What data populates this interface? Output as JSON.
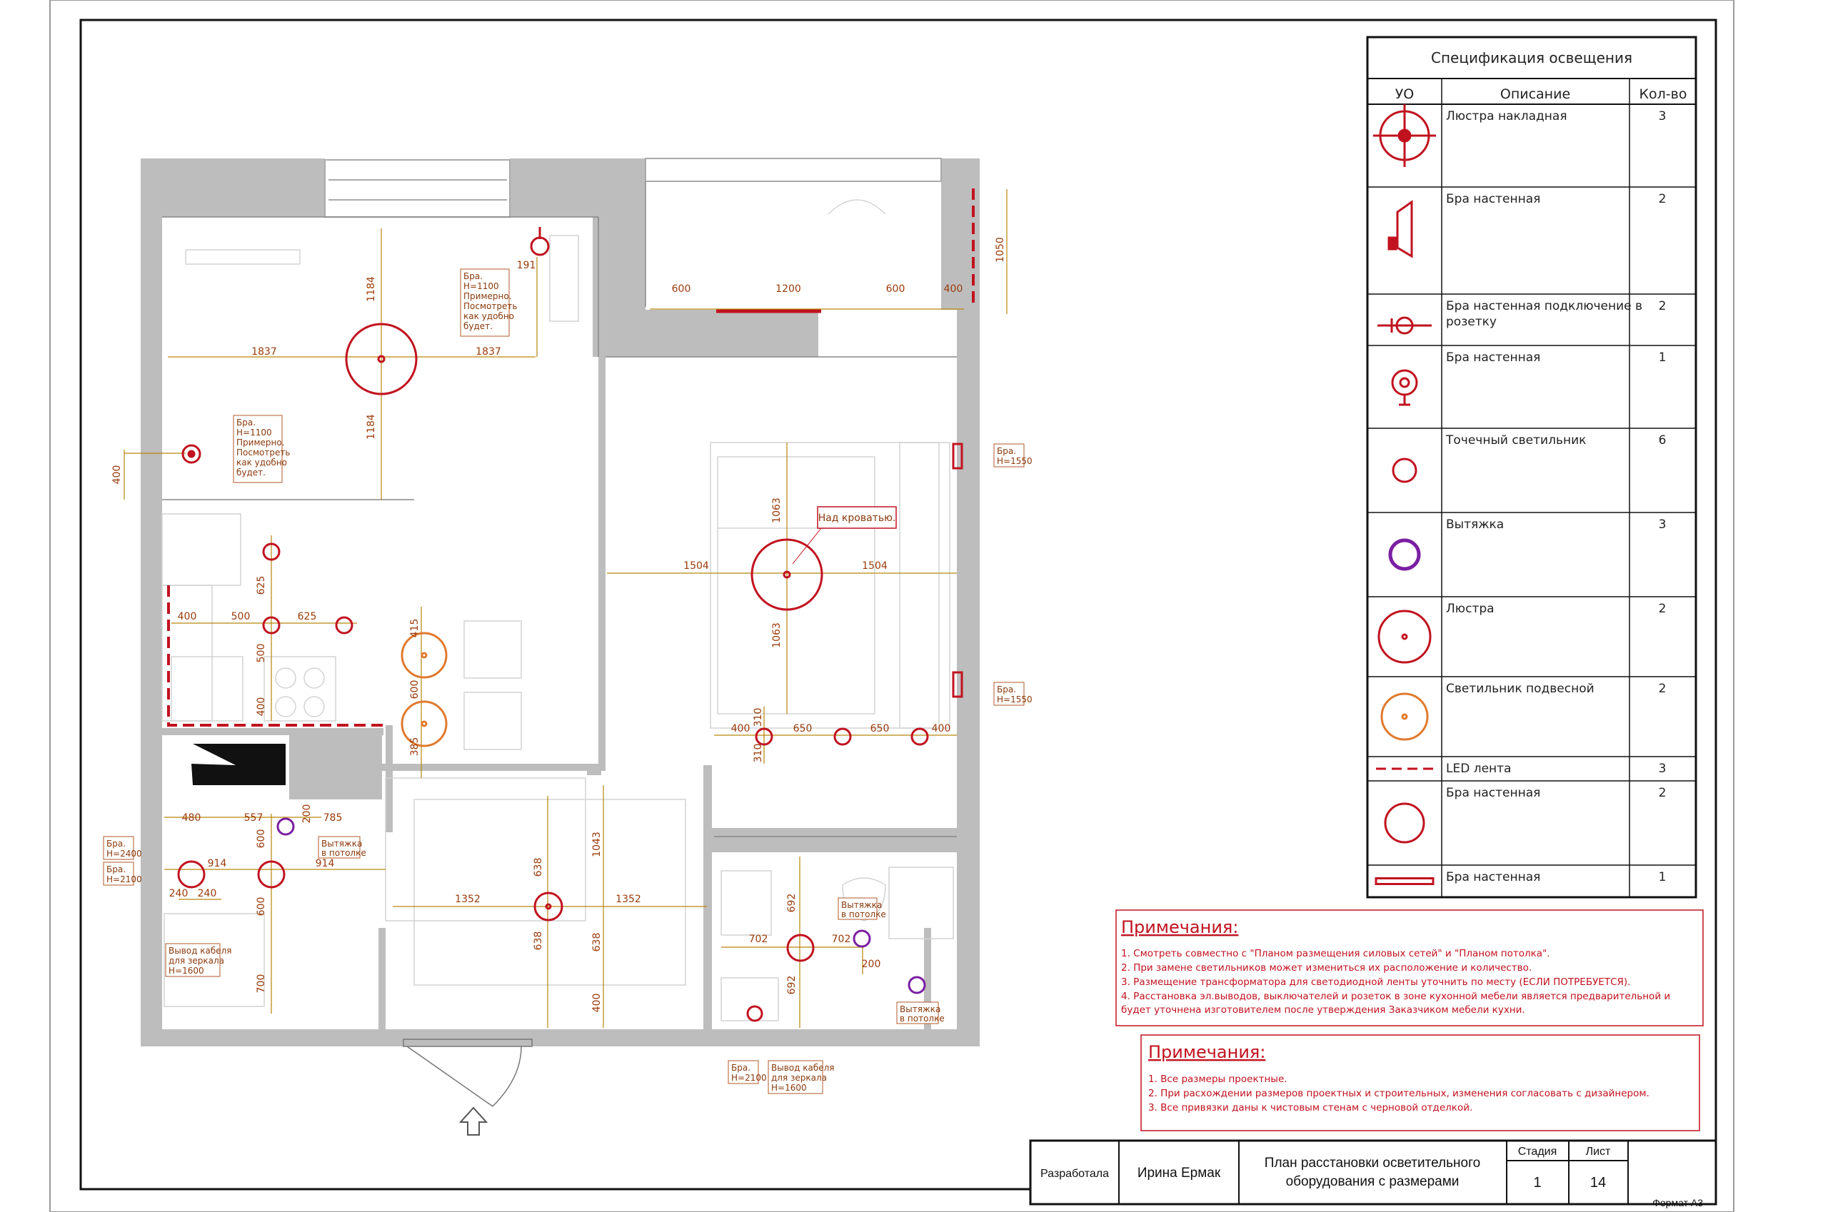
{
  "spec_table": {
    "title": "Спецификация освещения",
    "headers": [
      "УО",
      "Описание",
      "Кол-во"
    ],
    "rows": [
      {
        "description": "Люстра накладная",
        "qty": "3",
        "icon": "surface-chandelier-icon"
      },
      {
        "description": "Бра настенная",
        "qty": "2",
        "icon": "wall-sconce-icon"
      },
      {
        "description": "Бра настенная подключение в розетку",
        "qty": "2",
        "icon": "plug-in-sconce-icon"
      },
      {
        "description": "Бра настенная",
        "qty": "1",
        "icon": "wall-lamp-icon"
      },
      {
        "description": "Точечный светильник",
        "qty": "6",
        "icon": "spotlight-icon"
      },
      {
        "description": "Вытяжка",
        "qty": "3",
        "icon": "exhaust-fan-icon"
      },
      {
        "description": "Люстра",
        "qty": "2",
        "icon": "chandelier-icon"
      },
      {
        "description": "Светильник подвесной",
        "qty": "2",
        "icon": "pendant-lamp-icon"
      },
      {
        "description": "LED лента",
        "qty": "3",
        "icon": "led-strip-icon"
      },
      {
        "description": "Бра настенная",
        "qty": "2",
        "icon": "wall-sconce-round-icon"
      },
      {
        "description": "Бра настенная",
        "qty": "1",
        "icon": "linear-sconce-icon"
      }
    ]
  },
  "notes1": {
    "title": "Примечания:",
    "items": [
      "1.   Смотреть совместно с \"Планом размещения силовых сетей\" и \"Планом потолка\".",
      "2.   При замене светильников может измениться их расположение и количество.",
      "3.   Размещение трансформатора для светодиодной ленты уточнить по месту (ЕСЛИ ПОТРЕБУЕТСЯ).",
      "4.   Расстановка эл.выводов, выключателей и розеток в зоне кухонной мебели является предварительной и",
      "      будет уточнена изготовителем после утверждения Заказчиком мебели кухни."
    ]
  },
  "notes2": {
    "title": "Примечания:",
    "items": [
      "1.   Все размеры проектные.",
      "2.   При расхождении размеров проектных и строительных, изменения согласовать с дизайнером.",
      "3.   Все привязки даны к чистовым стенам с черновой отделкой."
    ]
  },
  "title_block": {
    "developed_label": "Разработала",
    "author": "Ирина Ермак",
    "title_line1": "План расстановки осветительного",
    "title_line2": "оборудования с размерами",
    "stage_label": "Стадия",
    "stage_value": "1",
    "sheet_label": "Лист",
    "sheet_value": "14",
    "format": "Формат А3"
  },
  "plan_labels": {
    "above_bed": "Над кроватью.",
    "sconce_h1100": [
      "Бра.",
      "Н=1100",
      "Примерно.",
      "Посмотреть",
      "как удобно",
      "будет."
    ],
    "sconce_h1550": [
      "Бра.",
      "Н=1550"
    ],
    "sconce_h2400": [
      "Бра.",
      "Н=2400"
    ],
    "sconce_h2100": [
      "Бра.",
      "Н=2100"
    ],
    "exhaust_ceiling": [
      "Вытяжка",
      "в потолке"
    ],
    "cable_mirror": [
      "Вывод кабеля",
      "для зеркала",
      "Н=1600"
    ]
  },
  "dims": {
    "d1837": "1837",
    "d1184": "1184",
    "d191": "191",
    "d400": "400",
    "d600": "600",
    "d1200": "1200",
    "d1050": "1050",
    "d1063": "1063",
    "d1504": "1504",
    "d625": "625",
    "d500": "500",
    "d415": "415",
    "d385": "385",
    "d310": "310",
    "d650": "650",
    "d480": "480",
    "d557": "557",
    "d200": "200",
    "d785": "785",
    "d914": "914",
    "d240": "240",
    "d700": "700",
    "d1352": "1352",
    "d638": "638",
    "d1043": "1043",
    "d692": "692",
    "d702": "702"
  }
}
